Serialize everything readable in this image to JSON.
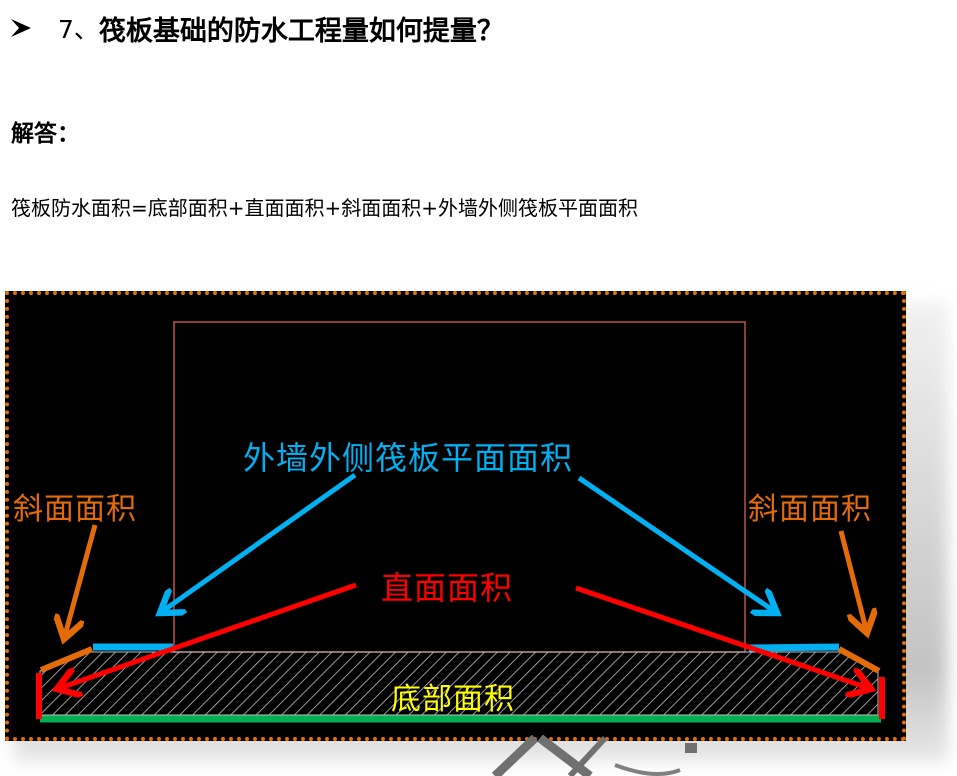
{
  "question": {
    "number": "7、",
    "text": "筏板基础的防水工程量如何提量？",
    "bullet_icon": "arrow-bullet-icon"
  },
  "answer": {
    "label": "解答：",
    "formula": "筏板防水面积=底部面积+直面面积+斜面面积+外墙外侧筏板平面面积"
  },
  "figure": {
    "labels": {
      "outer_wall_raft_plane": "外墙外侧筏板平面面积",
      "slope_left": "斜面面积",
      "slope_right": "斜面面积",
      "vertical": "直面面积",
      "bottom": "底部面积"
    },
    "colors": {
      "background": "#000000",
      "frame_border": "#e36c09",
      "wall_outline": "#c0504d",
      "outer_wall_raft_plane": "#00b0f0",
      "slope": "#e36c09",
      "vertical": "#ff0000",
      "bottom": "#ffff00",
      "bottom_line": "#00b050",
      "hatch": "#d9d9d9"
    }
  }
}
